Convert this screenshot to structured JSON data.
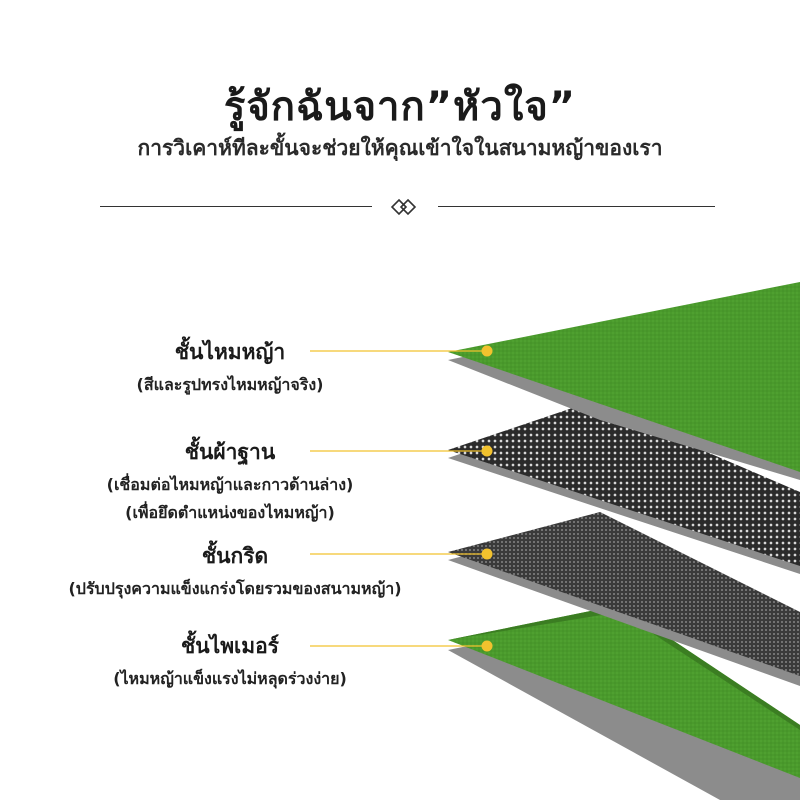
{
  "header": {
    "title": "รู้จักฉันจาก”หัวใจ”",
    "subtitle": "การวิเคาห์ทีละขั้นจะช่วยให้คุณเข้าใจในสนามหญ้าของเรา"
  },
  "colors": {
    "turf_green": "#4a9a2c",
    "backing_dark": "#2d2d2d",
    "accent_yellow": "#f2c22e"
  },
  "layers": [
    {
      "title": "ชั้นไหมหญ้า",
      "lines": [
        "(สีและรูปทรงไหมหญ้าจริง)"
      ]
    },
    {
      "title": "ชั้นผ้าฐาน",
      "lines": [
        "(เชื่อมต่อไหมหญ้าและกาวด้านล่าง)",
        "(เพื่อยึดตำแหน่งของไหมหญ้า)"
      ]
    },
    {
      "title": "ชั้นกริด",
      "lines": [
        "(ปรับปรุงความแข็งแกร่งโดยรวมของสนามหญ้า)"
      ]
    },
    {
      "title": "ชั้นไพเมอร์",
      "lines": [
        "(ไหมหญ้าแข็งแรงไม่หลุดร่วงง่าย)"
      ]
    }
  ]
}
